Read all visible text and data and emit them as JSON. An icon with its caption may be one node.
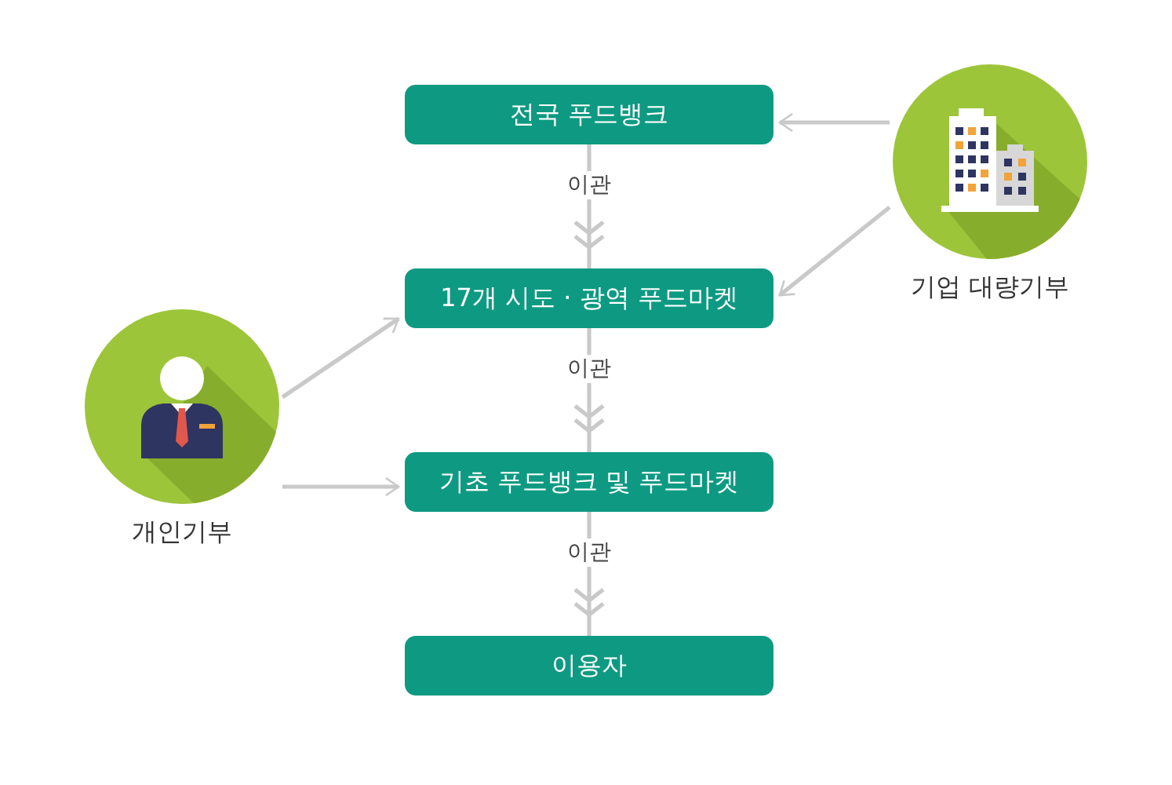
{
  "diagram": {
    "nodes": [
      {
        "text": [
          "전국 푸드뱅크"
        ]
      },
      {
        "text": [
          "17개 시도 · 광역 푸드마켓"
        ]
      },
      {
        "text": [
          "기초 푸드뱅크 및 푸드마켓"
        ]
      },
      {
        "text": [
          "이용자"
        ]
      },
      {
        "text": [
          "기업 대량기부"
        ]
      },
      {
        "text": [
          "개인기부"
        ]
      }
    ],
    "edges": [
      {
        "from": 0,
        "to": 1,
        "arrow": "to",
        "label": "이관"
      },
      {
        "from": 1,
        "to": 2,
        "arrow": "to",
        "label": "이관"
      },
      {
        "from": 2,
        "to": 3,
        "arrow": "to",
        "label": "이관"
      },
      {
        "from": 4,
        "to": 0,
        "arrow": "to"
      },
      {
        "from": 4,
        "to": 1,
        "arrow": "to"
      },
      {
        "from": 5,
        "to": 1,
        "arrow": "to"
      },
      {
        "from": 5,
        "to": 2,
        "arrow": "to"
      }
    ]
  }
}
